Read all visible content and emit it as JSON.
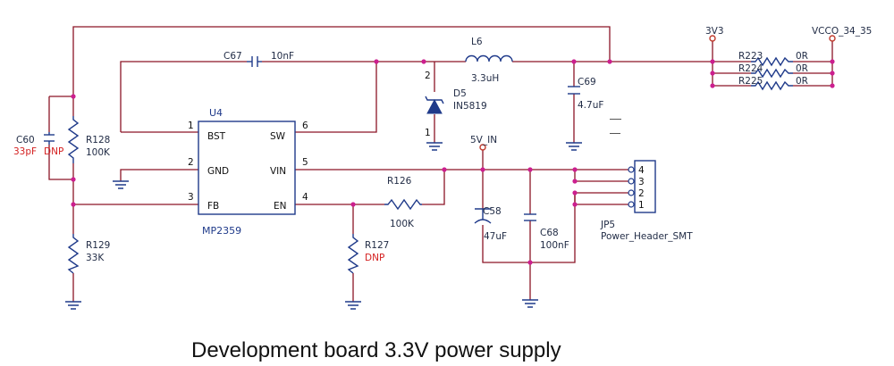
{
  "caption": "Development board 3.3V power supply",
  "ic": {
    "ref": "U4",
    "part": "MP2359",
    "pins": [
      {
        "num": "1",
        "name": "BST"
      },
      {
        "num": "2",
        "name": "GND"
      },
      {
        "num": "3",
        "name": "FB"
      },
      {
        "num": "6",
        "name": "SW"
      },
      {
        "num": "5",
        "name": "VIN"
      },
      {
        "num": "4",
        "name": "EN"
      }
    ]
  },
  "components": {
    "c67": {
      "ref": "C67",
      "value": "10nF"
    },
    "l6": {
      "ref": "L6",
      "value": "3.3uH"
    },
    "d5": {
      "ref": "D5",
      "value": "IN5819",
      "pin_a": "2",
      "pin_k": "1"
    },
    "c69": {
      "ref": "C69",
      "value": "4.7uF"
    },
    "c60": {
      "ref": "C60",
      "value": "33pF",
      "dnp": "DNP"
    },
    "r128": {
      "ref": "R128",
      "value": "100K"
    },
    "r129": {
      "ref": "R129",
      "value": "33K"
    },
    "r126": {
      "ref": "R126",
      "value": "100K"
    },
    "r127": {
      "ref": "R127",
      "dnp": "DNP"
    },
    "c58": {
      "ref": "C58",
      "value": "47uF"
    },
    "c68": {
      "ref": "C68",
      "value": "100nF"
    },
    "r223": {
      "ref": "R223",
      "value": "0R"
    },
    "r224": {
      "ref": "R224",
      "value": "0R"
    },
    "r225": {
      "ref": "R225",
      "value": "0R"
    }
  },
  "nets": {
    "v3v3": "3V3",
    "vcco": "VCCO_34_35",
    "vin": "5V_IN"
  },
  "header": {
    "ref": "JP5",
    "part": "Power_Header_SMT",
    "pins": [
      "4",
      "3",
      "2",
      "1"
    ]
  },
  "colors": {
    "wire": "#8c1526",
    "part": "#1f3a8a",
    "junction": "#cc1f8f",
    "dnp": "#d42020"
  }
}
